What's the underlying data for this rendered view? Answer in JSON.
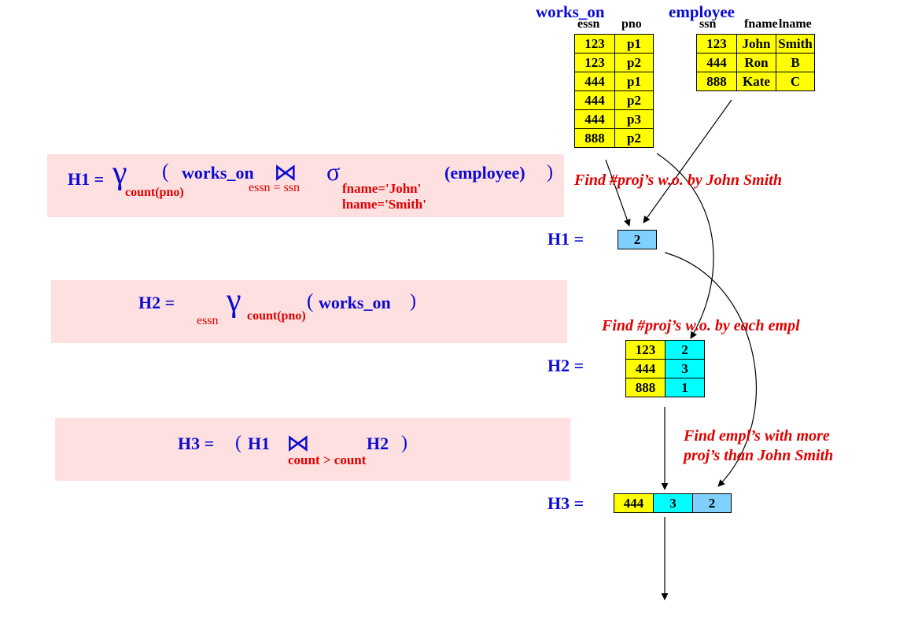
{
  "tables": {
    "works_on": {
      "title": "works_on",
      "headers": [
        "essn",
        "pno"
      ],
      "rows": [
        [
          "123",
          "p1"
        ],
        [
          "123",
          "p2"
        ],
        [
          "444",
          "p1"
        ],
        [
          "444",
          "p2"
        ],
        [
          "444",
          "p3"
        ],
        [
          "888",
          "p2"
        ]
      ]
    },
    "employee": {
      "title": "employee",
      "headers": [
        "ssn",
        "fname",
        "lname"
      ],
      "rows": [
        [
          "123",
          "John",
          "Smith"
        ],
        [
          "444",
          "Ron",
          "B"
        ],
        [
          "888",
          "Kate",
          "C"
        ]
      ]
    }
  },
  "formulas": {
    "h1": {
      "lhs": "H1 =",
      "gamma": "γ",
      "gamma_sub": "count(pno)",
      "open": "(",
      "rel1": "works_on",
      "join": "⋈",
      "join_sub": "essn = ssn",
      "sigma": "σ",
      "sigma_sub1": "fname='John'",
      "sigma_sub2": "lname='Smith'",
      "rel2": "(employee)",
      "close": ")"
    },
    "h2": {
      "lhs": "H2 =",
      "group_by": "essn",
      "gamma": "γ",
      "gamma_sub": "count(pno)",
      "open": "(",
      "rel": "works_on",
      "close": ")"
    },
    "h3": {
      "lhs": "H3 =",
      "open": "(",
      "rel1": "H1",
      "join": "⋈",
      "join_sub": "count > count",
      "rel2": "H2",
      "close": ")"
    }
  },
  "results": {
    "h1": {
      "label": "H1 =",
      "values": [
        "2"
      ]
    },
    "h2": {
      "label": "H2 =",
      "rows": [
        [
          "123",
          "2"
        ],
        [
          "444",
          "3"
        ],
        [
          "888",
          "1"
        ]
      ]
    },
    "h3": {
      "label": "H3 =",
      "values": [
        "444",
        "3",
        "2"
      ]
    }
  },
  "annotations": {
    "a1": "Find #proj’s w.o. by John Smith",
    "a2": "Find #proj’s w.o. by each empl",
    "a3_line1": "Find empl’s with more",
    "a3_line2": "proj’s than John Smith"
  },
  "colors": {
    "label_blue": "#0a0ad2",
    "annotation_red": "#e00000",
    "panel_pink": "#ffe0e0",
    "cell_yellow": "#ffff00",
    "cell_cyan": "#00ffff",
    "cell_light_blue": "#80d0ff"
  }
}
